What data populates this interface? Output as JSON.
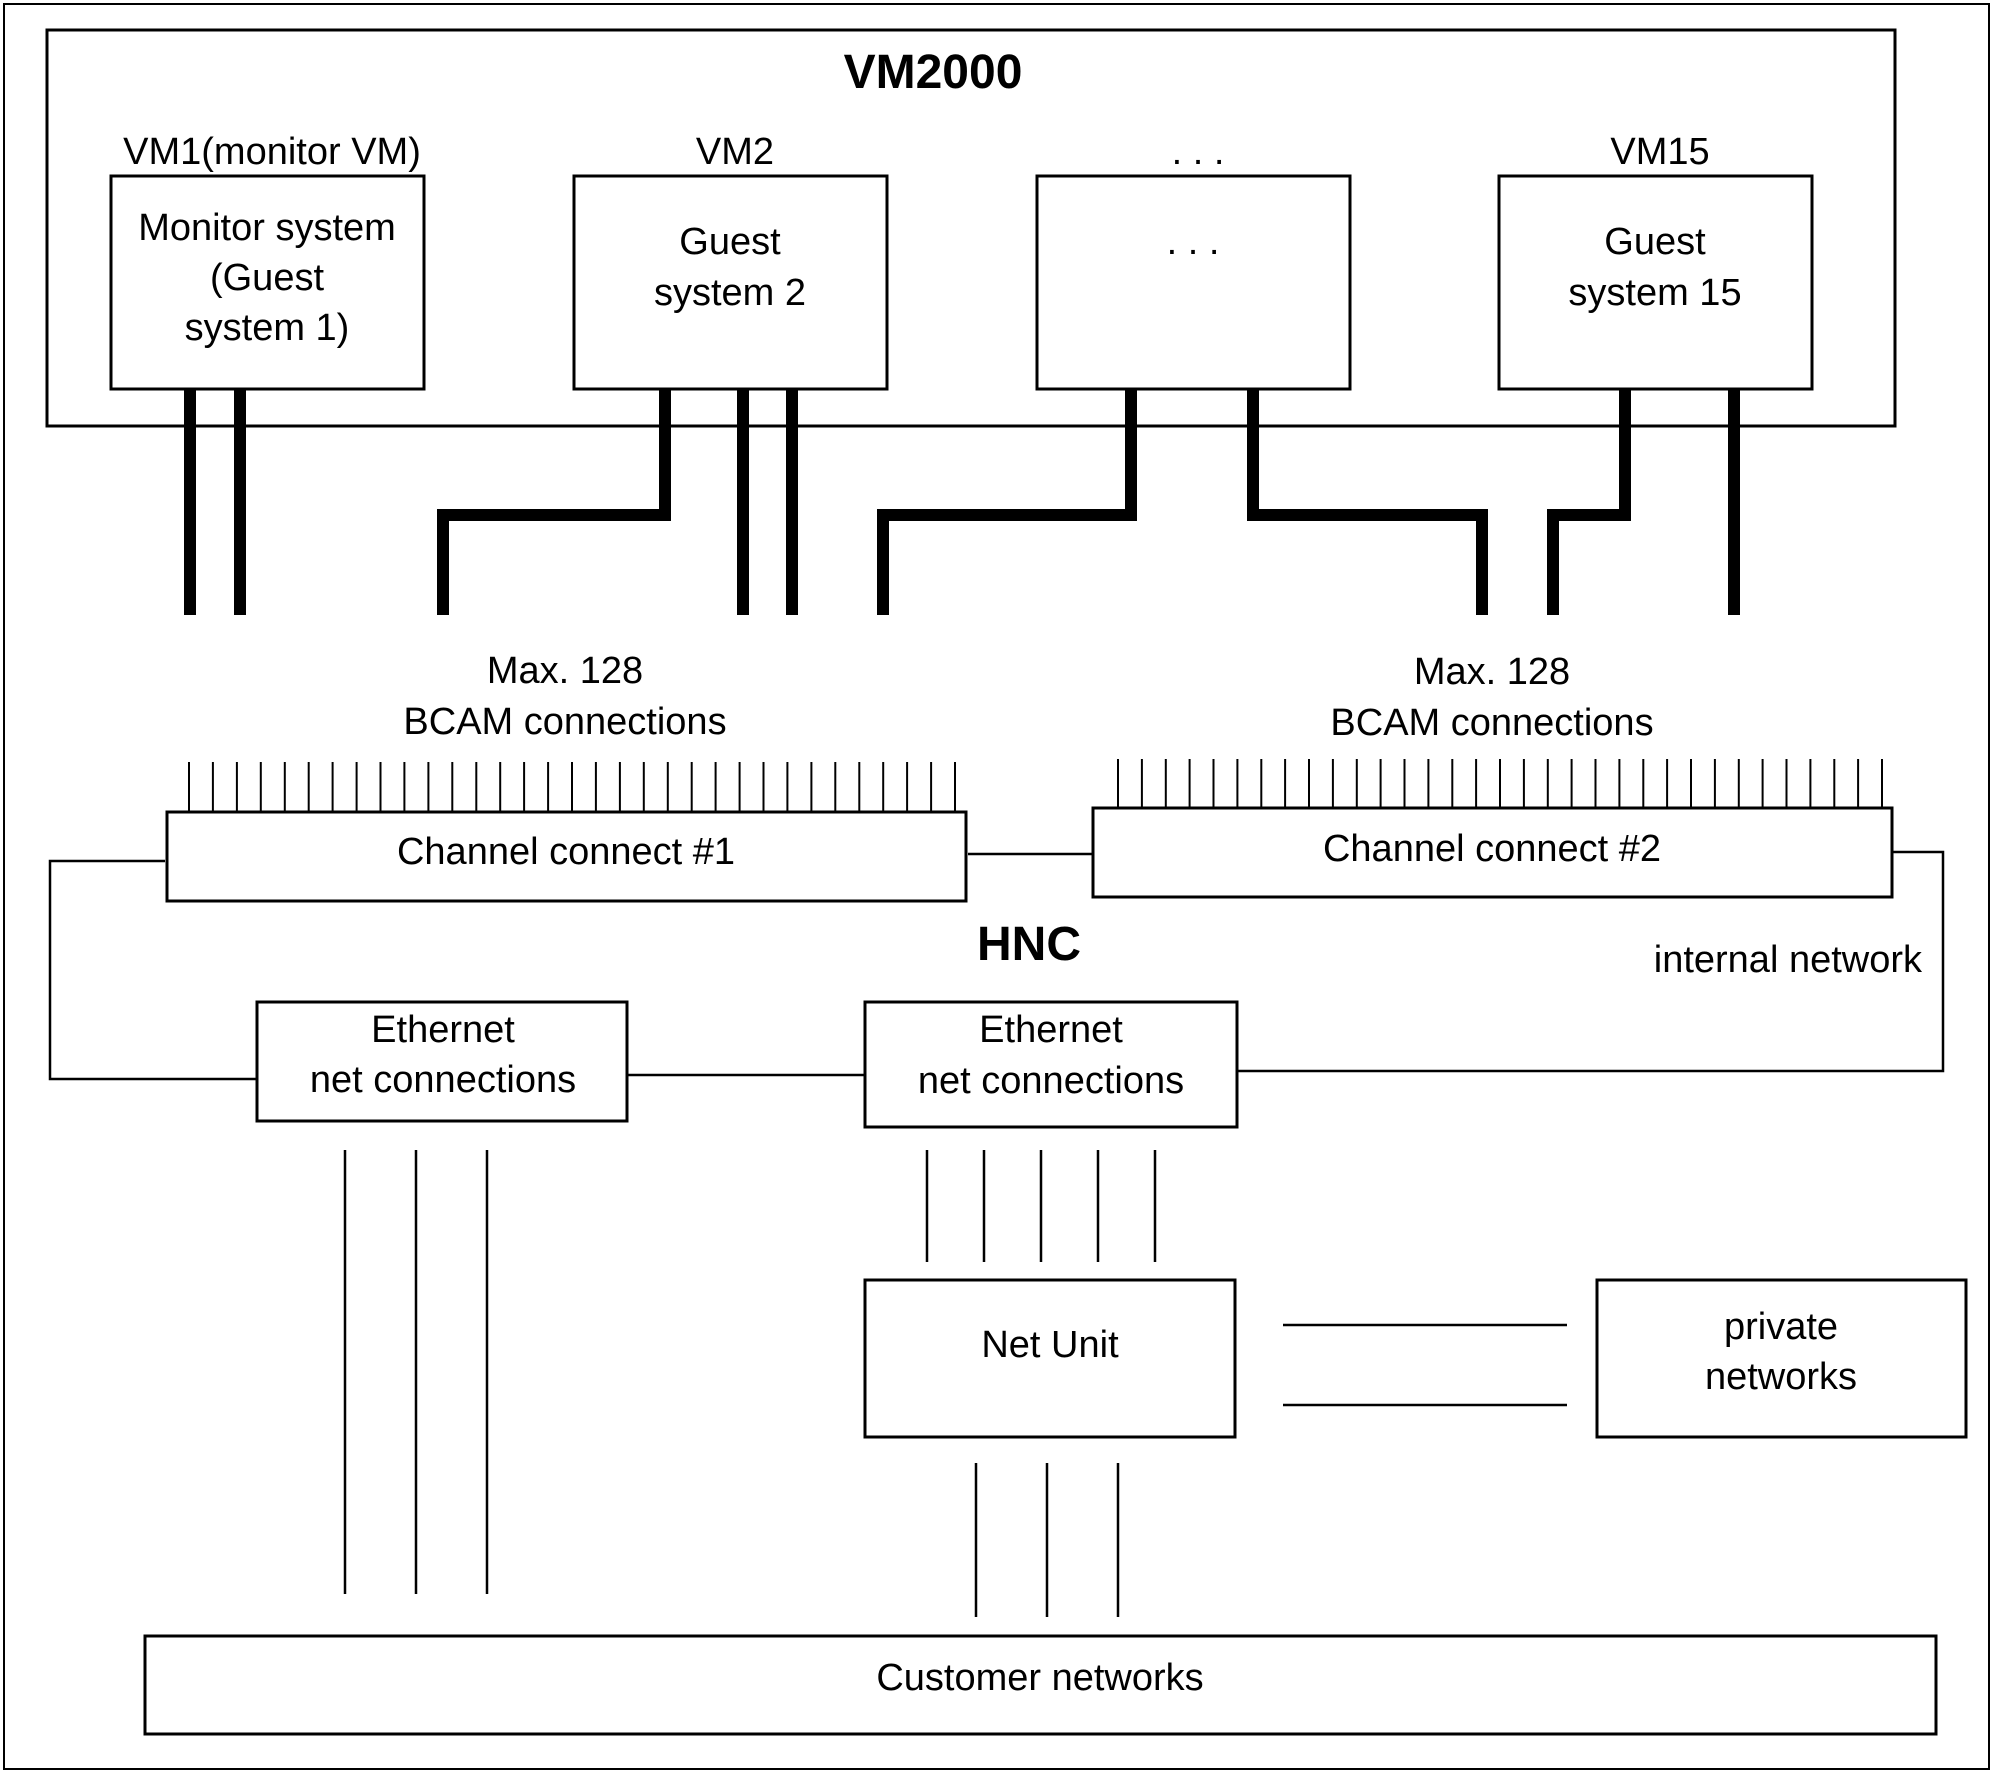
{
  "diagram": {
    "title": "VM2000",
    "hnc_label": "HNC",
    "vms": [
      {
        "header": "VM1(monitor VM)",
        "box_lines": [
          "Monitor system",
          "(Guest",
          "system 1)"
        ]
      },
      {
        "header": "VM2",
        "box_lines": [
          "Guest",
          "system 2"
        ]
      },
      {
        "header": ". . .",
        "box_lines": [
          ". . ."
        ]
      },
      {
        "header": "VM15",
        "box_lines": [
          "Guest",
          "system 15"
        ]
      }
    ],
    "bcam_left": {
      "line1": "Max. 128",
      "line2": "BCAM connections"
    },
    "bcam_right": {
      "line1": "Max. 128",
      "line2": "BCAM connections"
    },
    "channel_connect_1": "Channel connect #1",
    "channel_connect_2": "Channel connect #2",
    "internal_network": "internal network",
    "ethernet_left": {
      "line1": "Ethernet",
      "line2": "net connections"
    },
    "ethernet_right": {
      "line1": "Ethernet",
      "line2": "net connections"
    },
    "net_unit": "Net Unit",
    "private_networks": {
      "line1": "private",
      "line2": "networks"
    },
    "customer_networks": "Customer networks"
  }
}
